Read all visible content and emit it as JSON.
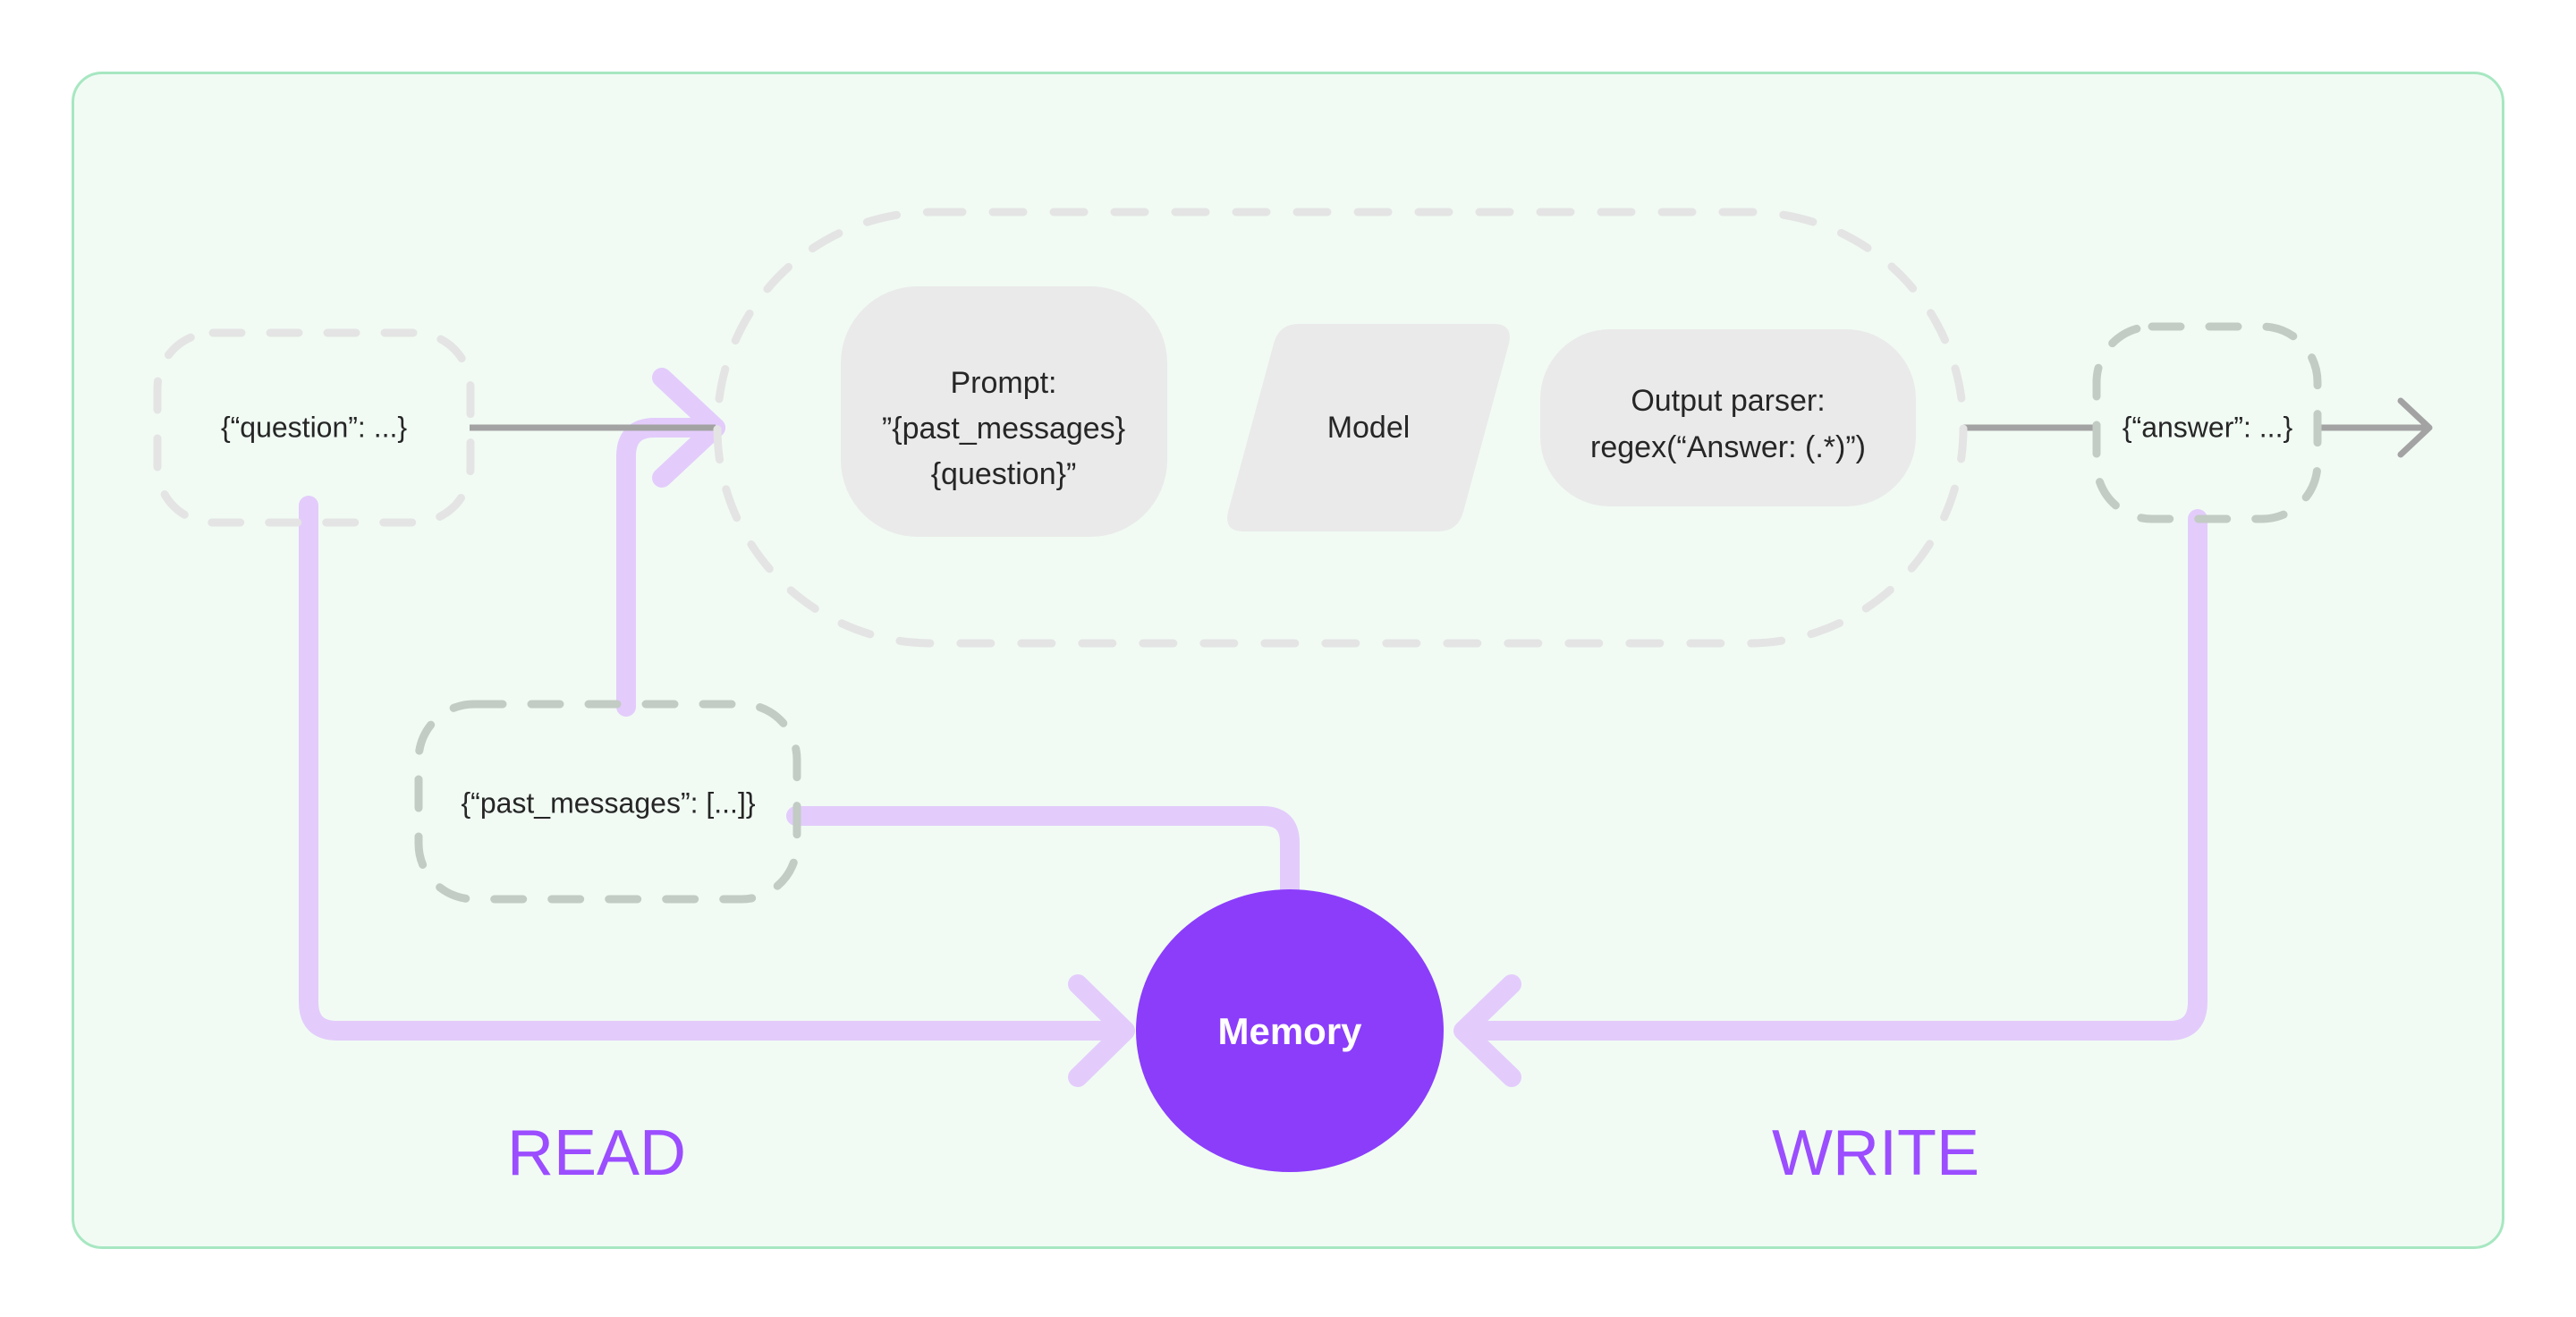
{
  "canvas": {
    "background": "#f1fbf4",
    "border_color": "#a7e7c1",
    "page_background": "#ffffff"
  },
  "colors": {
    "memory_fill": "#8b3dfa",
    "memory_text": "#ffffff",
    "flow_purple": "#e3ccfb",
    "label_purple": "#9b4dff",
    "node_fill": "#eaeaea",
    "node_text": "#262626",
    "dashed_border_light": "#e4e4e4",
    "dashed_border_gray": "#c2cbc4",
    "connector_gray": "#a3a3a3"
  },
  "chain": {
    "name": "chain-group",
    "nodes": [
      {
        "id": "prompt",
        "shape": "rounded-square",
        "lines": [
          "Prompt:",
          "”{past_messages}",
          "{question}”"
        ]
      },
      {
        "id": "model",
        "shape": "parallelogram",
        "lines": [
          "Model"
        ]
      },
      {
        "id": "output-parser",
        "shape": "rounded-rect",
        "lines": [
          "Output parser:",
          "regex(“Answer: (.*)”)"
        ]
      }
    ]
  },
  "io_nodes": [
    {
      "id": "question",
      "shape": "dashed-rounded",
      "label": "{“question”: ...}"
    },
    {
      "id": "past-messages",
      "shape": "dashed-rounded",
      "label": "{“past_messages”: [...]}"
    },
    {
      "id": "answer",
      "shape": "dashed-rounded",
      "label": "{“answer”: ...}"
    }
  ],
  "memory": {
    "id": "memory",
    "shape": "ellipse",
    "label": "Memory"
  },
  "flow_labels": {
    "read": "READ",
    "write": "WRITE"
  },
  "edges": [
    {
      "id": "question-to-chain",
      "style": "gray-line",
      "from": "question",
      "to": "chain"
    },
    {
      "id": "past-messages-to-chain",
      "style": "purple-arrow",
      "from": "past-messages",
      "to": "chain"
    },
    {
      "id": "chain-to-answer",
      "style": "gray-line",
      "from": "chain",
      "to": "answer"
    },
    {
      "id": "answer-to-output",
      "style": "gray-arrow",
      "from": "answer",
      "to": "output"
    },
    {
      "id": "question-to-memory",
      "style": "purple-arrow",
      "from": "question",
      "to": "memory"
    },
    {
      "id": "past-messages-to-memory",
      "style": "purple-line",
      "from": "past-messages",
      "to": "memory"
    },
    {
      "id": "answer-to-memory",
      "style": "purple-arrow",
      "from": "answer",
      "to": "memory"
    }
  ]
}
